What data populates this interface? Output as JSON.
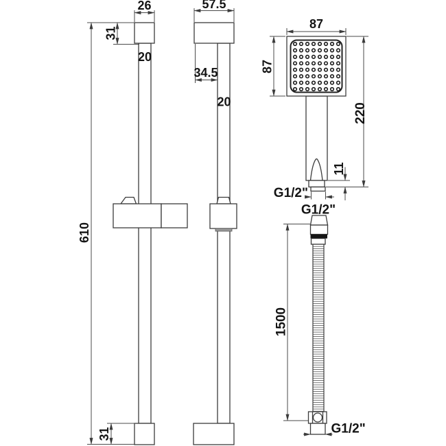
{
  "diagram": {
    "front_rail": {
      "top_width_mm": "26",
      "top_cap_height_mm": "31",
      "bar_width_mm": "20",
      "overall_height_mm": "610",
      "bottom_cap_height_mm": "31"
    },
    "side_rail": {
      "top_depth_mm": "57.5",
      "bracket_offset_mm": "34.5",
      "bar_depth_mm": "20"
    },
    "handset": {
      "head_width_mm": "87",
      "head_height_mm": "87",
      "overall_length_mm": "220",
      "outlet_length_mm": "11",
      "connector_thread": "G1/2\""
    },
    "hose": {
      "top_connector_thread": "G1/2\"",
      "length_mm": "1500",
      "bottom_connector_thread": "G1/2\""
    }
  },
  "colors": {
    "background": "#ffffff",
    "line": "#3b3b3b",
    "text": "#141414",
    "band": "#141414"
  }
}
